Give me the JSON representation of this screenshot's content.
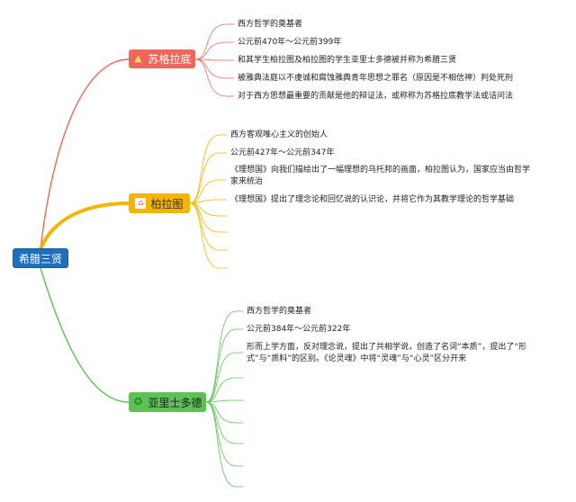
{
  "colors": {
    "root": "#1e6fbf",
    "b1": "#f0665b",
    "b2": "#f4b400",
    "b3": "#5bc353"
  },
  "root": {
    "label": "希腊三贤"
  },
  "branches": [
    {
      "label": "苏格拉底",
      "icon": "warning-icon",
      "leaves": [
        "西方哲学的奠基者",
        "公元前470年～公元前399年",
        "和其学生柏拉图及柏拉图的学生亚里士多德被并称为希腊三贤",
        "被雅典法庭以不虔诚和腐蚀雅典青年思想之罪名（原因是不相信神）判处死刑",
        "对于西方思想最重要的贡献是他的辩证法，或称称为苏格拉底教学法或诘问法"
      ]
    },
    {
      "label": "柏拉图",
      "icon": "home-icon",
      "leaves": [
        "西方客观唯心主义的创始人",
        "公元前427年～公元前347年",
        "《理想国》向我们描绘出了一幅理想的乌托邦的画面，柏拉图认为，国家应当由哲学 家来统治",
        "《理想国》提出了理念论和回忆说的认识论，并将它作为其教学理论的哲学基础"
      ]
    },
    {
      "label": "亚里士多德",
      "icon": "medal-icon",
      "leaves": [
        "西方哲学的奠基者",
        "公元前384年～公元前322年",
        "形而上学方面，反对理念说，提出了共相学说，创造了名词“本质”，提出了“形式”与“质料”的区别。《论灵魂》中将“灵魂”与“心灵”区分开来"
      ]
    }
  ]
}
